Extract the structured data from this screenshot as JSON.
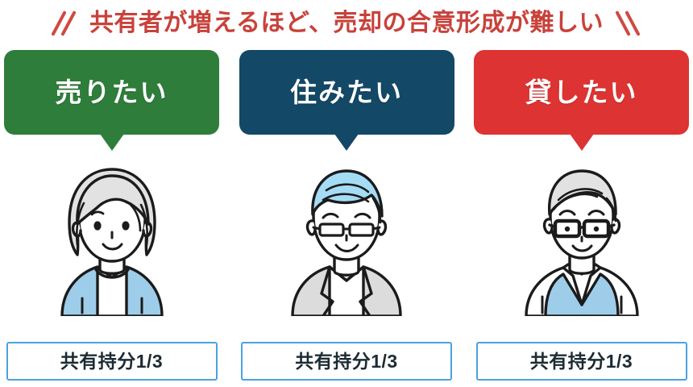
{
  "header": {
    "title": "共有者が増えるほど、売却の合意形成が難しい",
    "title_color": "#c8423b",
    "left_decoration": "double-slash-left",
    "right_decoration": "double-slash-right"
  },
  "share_box_border_color": "#4aa3e0",
  "persons": [
    {
      "bubble_label": "売りたい",
      "bubble_color": "#2e7d3a",
      "avatar": "elderly-woman-gray-bob-blue-cardigan",
      "share_label": "共有持分1/3"
    },
    {
      "bubble_label": "住みたい",
      "bubble_color": "#134866",
      "avatar": "man-blue-hair-glasses-gray-jacket",
      "share_label": "共有持分1/3"
    },
    {
      "bubble_label": "貸したい",
      "bubble_color": "#dd3333",
      "avatar": "older-man-glasses-blue-sweater-vest",
      "share_label": "共有持分1/3"
    }
  ]
}
